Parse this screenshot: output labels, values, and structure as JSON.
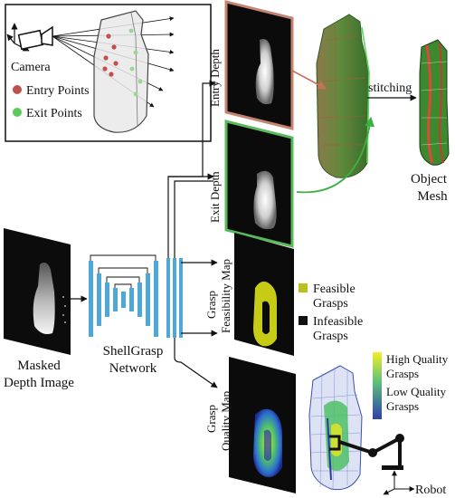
{
  "inset": {
    "camera_label": "Camera",
    "entry_label": "Entry Points",
    "exit_label": "Exit Points",
    "entry_color": "#c0504d",
    "exit_color": "#5cc95c"
  },
  "depth_panels": {
    "entry_title": "Entry Depth",
    "exit_title": "Exit Depth",
    "feasibility_title_1": "Grasp",
    "feasibility_title_2": "Feasibility Map",
    "quality_title_1": "Grasp",
    "quality_title_2": "Quality Map",
    "entry_border": "#c4846f",
    "exit_border": "#5bb85b"
  },
  "input": {
    "label_1": "Masked",
    "label_2": "Depth Image"
  },
  "network": {
    "label_1": "ShellGrasp",
    "label_2": "Network",
    "color": "#4fa7d8"
  },
  "legend_feasibility": {
    "feasible_1": "Feasible",
    "feasible_2": "Grasps",
    "infeasible_1": "Infeasible",
    "infeasible_2": "Grasps",
    "feasible_color": "#b9c21a",
    "infeasible_color": "#111111"
  },
  "legend_quality": {
    "high_1": "High Quality",
    "high_2": "Grasps",
    "low_1": "Low Quality",
    "low_2": "Grasps"
  },
  "mesh": {
    "stitching_label": "stitching",
    "object_1": "Object",
    "object_2": "Mesh"
  },
  "robot": {
    "label": "Robot"
  }
}
